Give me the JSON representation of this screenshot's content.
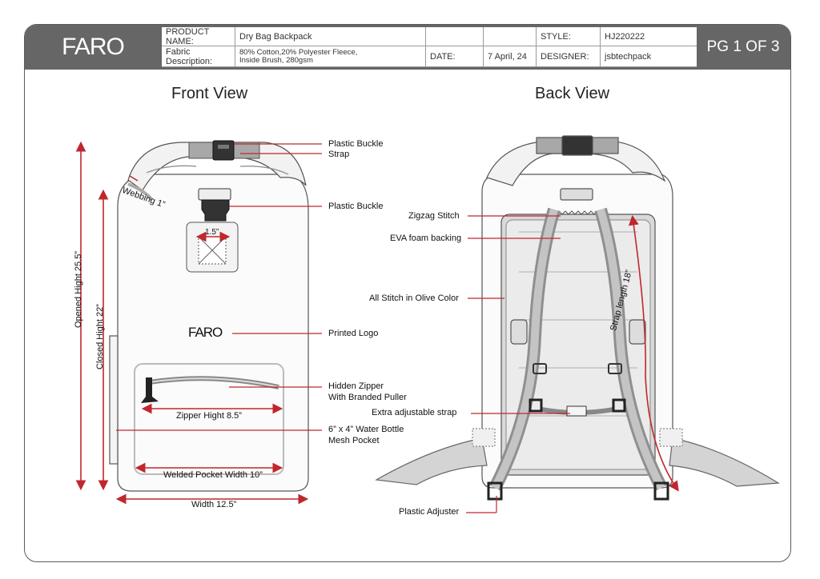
{
  "header": {
    "brand": "FARO",
    "product_name_label": "PRODUCT NAME:",
    "product_name": "Dry Bag Backpack",
    "fabric_label": "Fabric Description:",
    "fabric_line1": "80%  Cotton,20% Polyester Fleece,",
    "fabric_line2": "Inside Brush, 280gsm",
    "date_label": "DATE:",
    "date": "7 April, 24",
    "style_label": "STYLE:",
    "style": "HJ220222",
    "designer_label": "DESIGNER:",
    "designer": "jsbtechpack",
    "page": "PG  1  OF 3"
  },
  "front": {
    "title": "Front View",
    "logo": "FARO",
    "callouts": {
      "plastic_buckle_top": "Plastic Buckle",
      "strap": "Strap",
      "plastic_buckle": "Plastic Buckle",
      "printed_logo": "Printed Logo",
      "hidden_zipper_1": "Hidden Zipper",
      "hidden_zipper_2": "With Branded Puller",
      "bottle_pocket_1": "6” x 4” Water Bottle",
      "bottle_pocket_2": "Mesh Pocket"
    },
    "dimensions": {
      "webbing": "Webbing 1”",
      "buckle_width": "1.5”",
      "opened_height": "Opened  Hight 25.5”",
      "closed_height": "Closed Hight 22”",
      "zipper_height": "Zipper Hight 8.5”",
      "pocket_width": "Welded Pocket Width 10”",
      "width": "Width 12.5”"
    }
  },
  "back": {
    "title": "Back View",
    "callouts": {
      "zigzag": "Zigzag Stitch",
      "eva": "EVA foam backing",
      "stitch": "All Stitch in Olive Color",
      "extra_strap": "Extra adjustable strap",
      "adjuster": "Plastic Adjuster"
    },
    "dimensions": {
      "strap_length": "Strap length 18”"
    }
  },
  "colors": {
    "header_bg": "#666666",
    "dimension_red": "#c0272d",
    "outline": "#444444",
    "strap_gray": "#a8a8a8"
  }
}
